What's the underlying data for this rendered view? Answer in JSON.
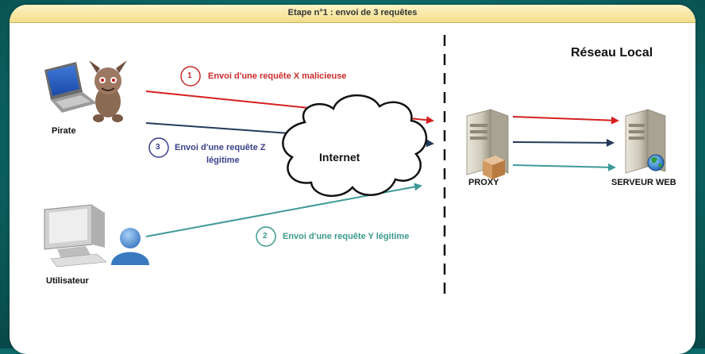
{
  "title": "Etape n°1 : envoi de 3 requêtes",
  "zone_label": "Réseau Local",
  "nodes": {
    "pirate": "Pirate",
    "utilisateur": "Utilisateur",
    "internet": "Internet",
    "proxy": "PROXY",
    "server": "SERVEUR WEB"
  },
  "requests": [
    {
      "number": "1",
      "label": "Envoi d'une requête X malicieuse",
      "color": "#cc2a2a"
    },
    {
      "number": "3",
      "label_line1": "Envoi d'une requête Z",
      "label_line2": "légitime",
      "color": "#3a3f8a"
    },
    {
      "number": "2",
      "label": "Envoi d'une requête Y légitime",
      "color": "#3a9a8a"
    }
  ]
}
